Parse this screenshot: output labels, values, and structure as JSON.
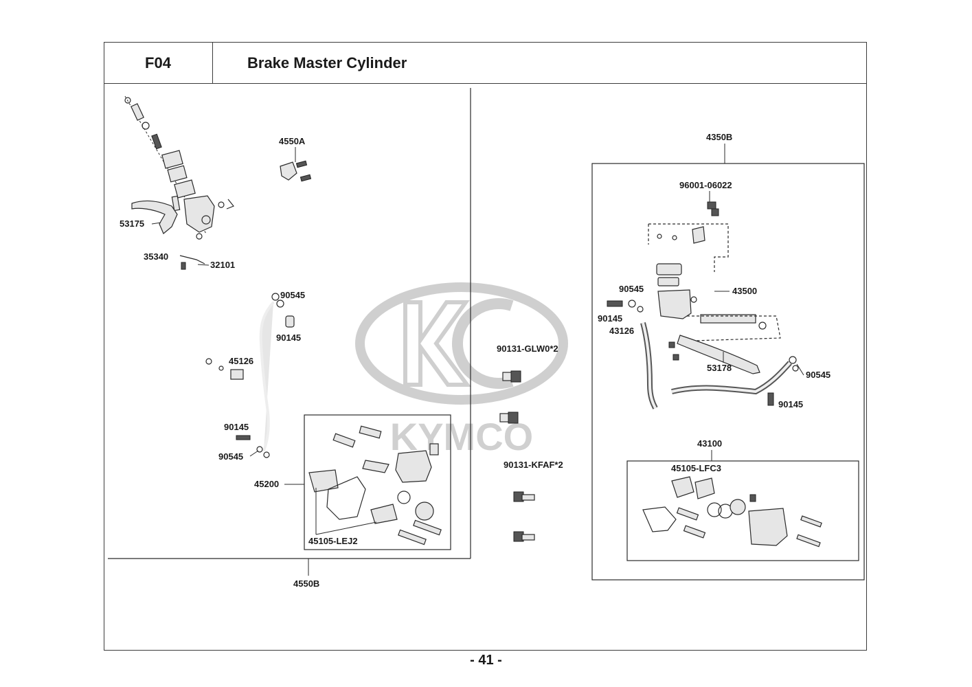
{
  "header": {
    "section_code": "F04",
    "title": "Brake Master Cylinder"
  },
  "page_number": "- 41 -",
  "watermark": {
    "brand": "KYMCO",
    "logo_letter": "K",
    "color": "#c8c8c8"
  },
  "left_panel": {
    "labels": {
      "p4550A": "4550A",
      "p53175": "53175",
      "p35340": "35340",
      "p32101": "32101",
      "p90545_top": "90545",
      "p90145_top": "90145",
      "p45126": "45126",
      "p90145_bottom": "90145",
      "p90545_bottom": "90545",
      "p45200": "45200",
      "p45105_LEJ2": "45105-LEJ2",
      "p4550B": "4550B"
    }
  },
  "middle_parts": {
    "labels": {
      "bolt_glw0": "90131-GLW0*2",
      "bolt_kfaf": "90131-KFAF*2"
    }
  },
  "right_panel": {
    "labels": {
      "p4350B": "4350B",
      "p96001": "96001-06022",
      "p90545_a": "90545",
      "p43500": "43500",
      "p90145_a": "90145",
      "p43126": "43126",
      "p53178": "53178",
      "p90545_b": "90545",
      "p90145_b": "90145",
      "p43100": "43100",
      "p45105_LFC3": "45105-LFC3"
    }
  }
}
